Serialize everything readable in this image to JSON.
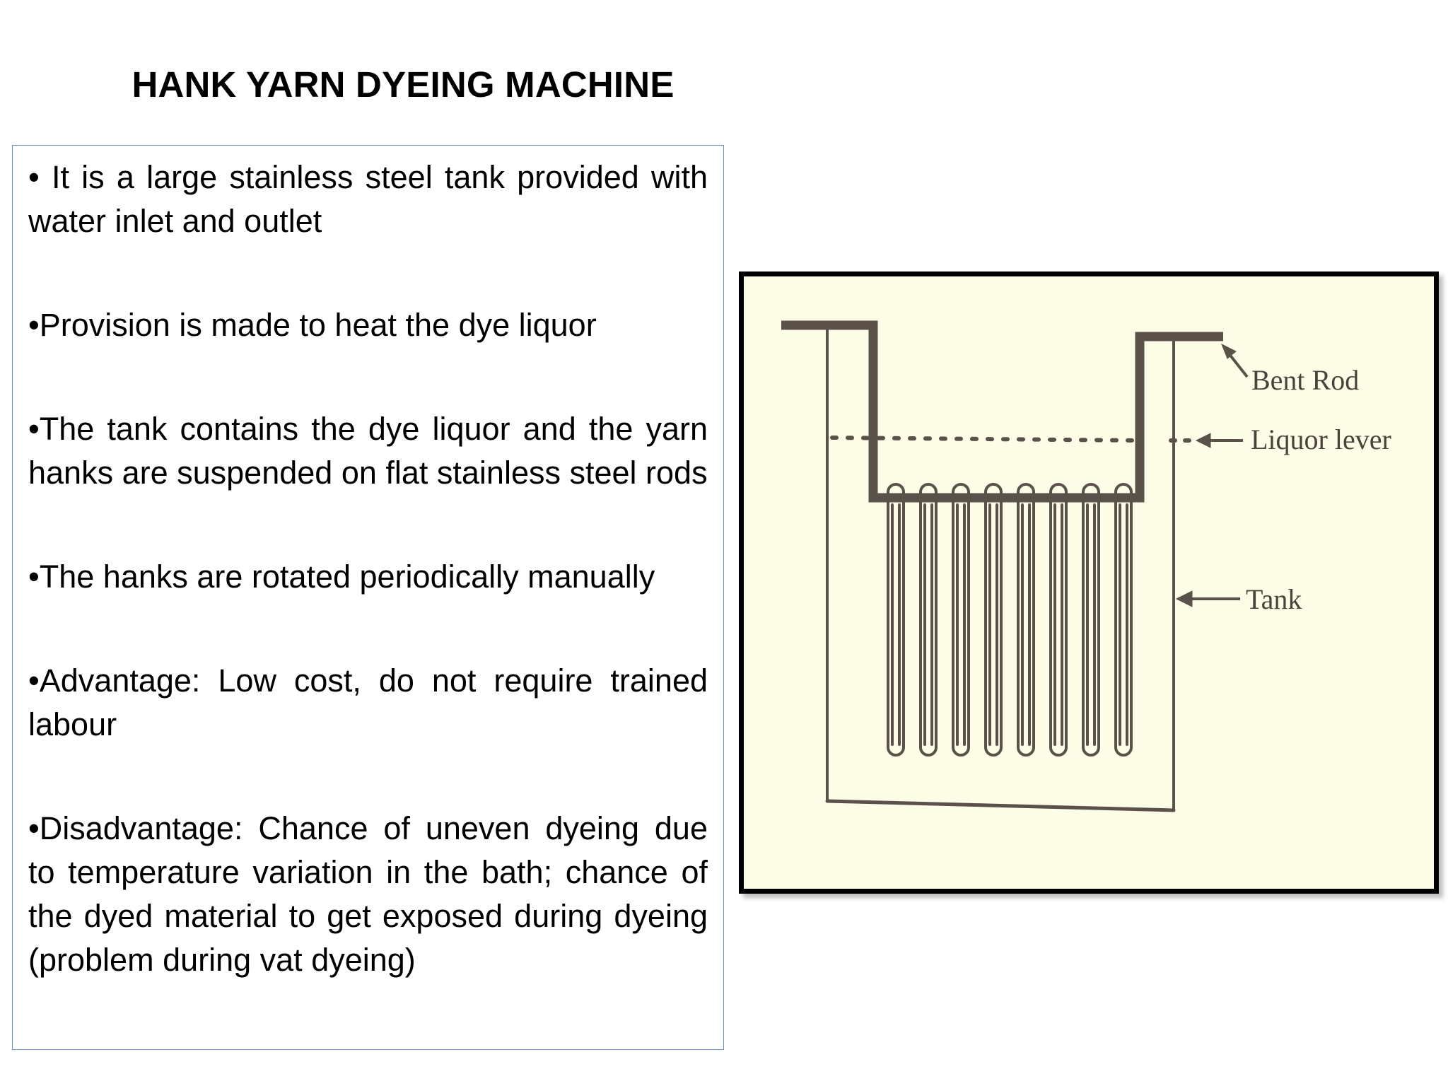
{
  "title": "HANK YARN DYEING MACHINE",
  "bullets": [
    "• It is a large stainless steel tank provided with water inlet and outlet",
    "•Provision is made to heat the dye liquor",
    "•The tank contains the dye liquor and the yarn hanks are suspended on flat stainless steel rods",
    "•The hanks are rotated periodically manually",
    "•Advantage: Low cost, do not require trained labour",
    "•Disadvantage: Chance of uneven dyeing due to temperature variation in the bath; chance of the dyed material to get exposed during dyeing (problem during vat dyeing)"
  ],
  "diagram": {
    "labels": {
      "bent_rod": "Bent Rod",
      "liquor_level": "Liquor lever",
      "tank": "Tank"
    },
    "colors": {
      "background": "#fdfce6",
      "ink": "#5a5249",
      "frame": "#000000"
    }
  }
}
